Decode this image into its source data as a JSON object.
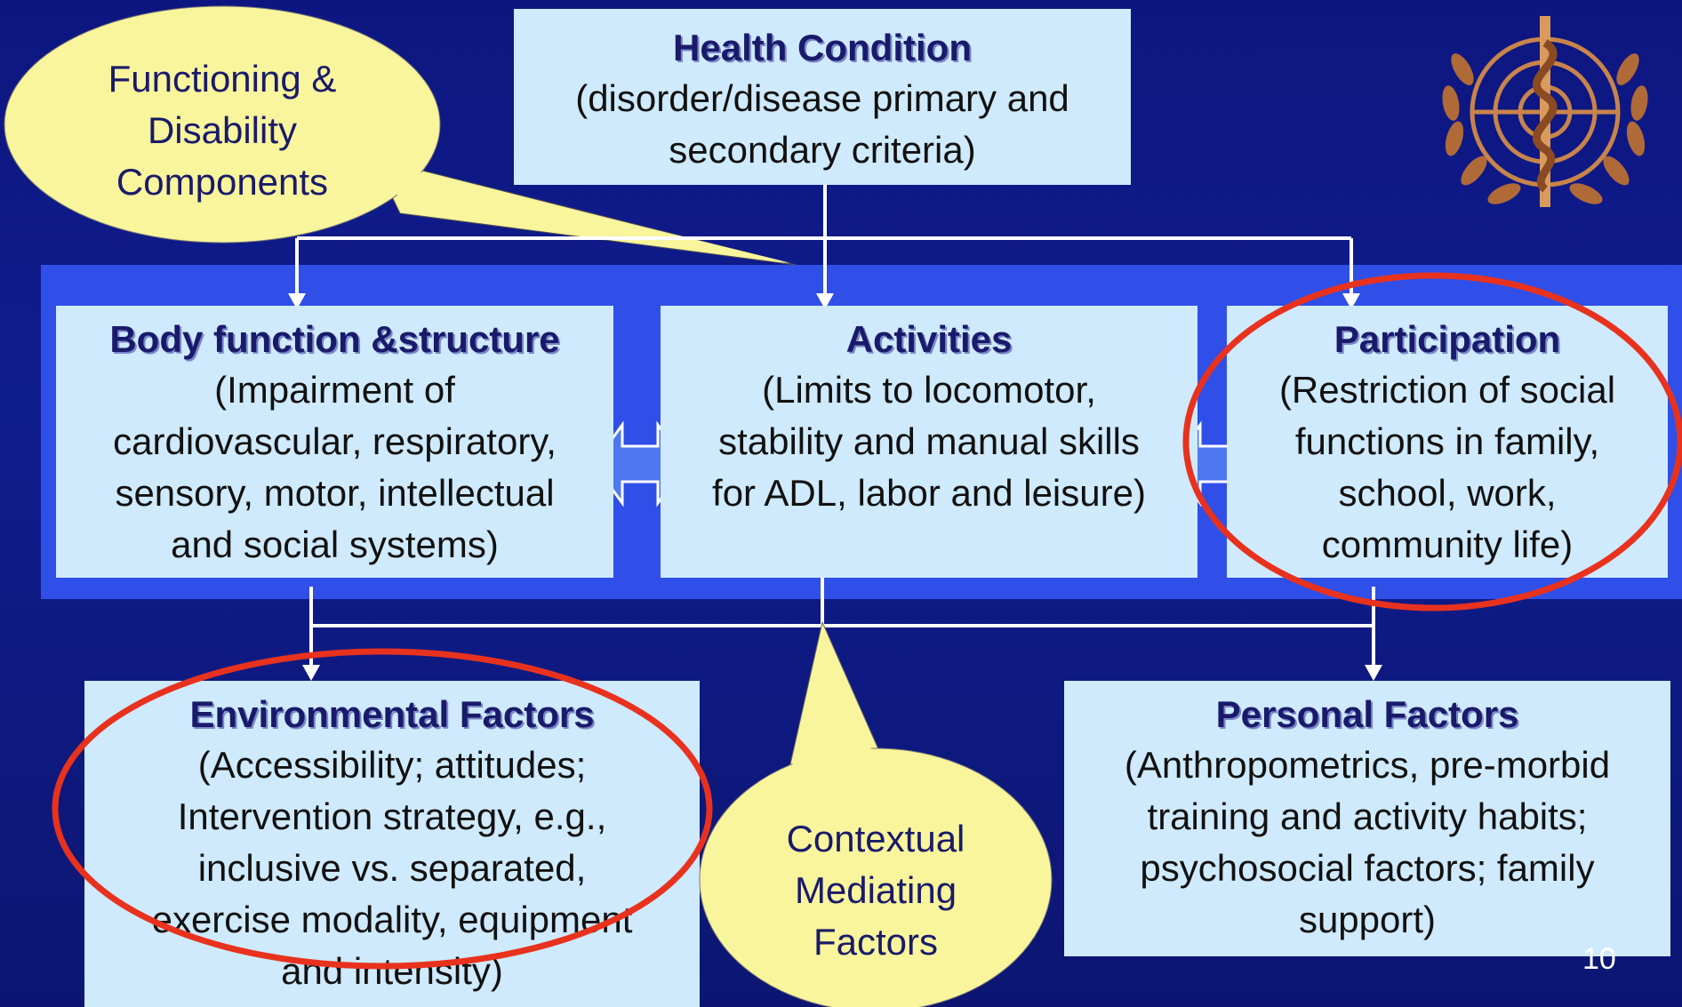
{
  "health_condition": {
    "title": "Health Condition",
    "body": [
      "(disorder/disease primary and",
      "secondary criteria)"
    ]
  },
  "body_function": {
    "title": "Body function &structure",
    "body": [
      "(Impairment of",
      "cardiovascular, respiratory,",
      "sensory, motor, intellectual",
      "and social systems)"
    ]
  },
  "activities": {
    "title": "Activities",
    "body": [
      "(Limits to locomotor,",
      "stability and manual skills",
      "for ADL, labor and leisure)"
    ]
  },
  "participation": {
    "title": "Participation",
    "body": [
      "(Restriction of social",
      "functions in family,",
      "school, work,",
      "community life)"
    ]
  },
  "environmental": {
    "title": "Environmental Factors",
    "body": [
      "(Accessibility; attitudes;",
      "Intervention strategy, e.g.,",
      "inclusive vs. separated,",
      "exercise modality, equipment",
      "and  intensity)"
    ]
  },
  "personal": {
    "title": "Personal Factors",
    "body": [
      "(Anthropometrics, pre-morbid",
      "training and activity habits;",
      "psychosocial factors; family",
      "support)"
    ]
  },
  "callouts": {
    "functioning": [
      "Functioning &",
      "Disability",
      "Components"
    ],
    "contextual": [
      "Contextual",
      "Mediating",
      "Factors"
    ]
  },
  "page_number": "10",
  "colors": {
    "background": "#0d1680",
    "band": "#2f4fe8",
    "box": "#cfeafc",
    "callout": "#f8f59c",
    "highlight_ring": "#e8321e"
  },
  "logo": "who-emblem-icon"
}
